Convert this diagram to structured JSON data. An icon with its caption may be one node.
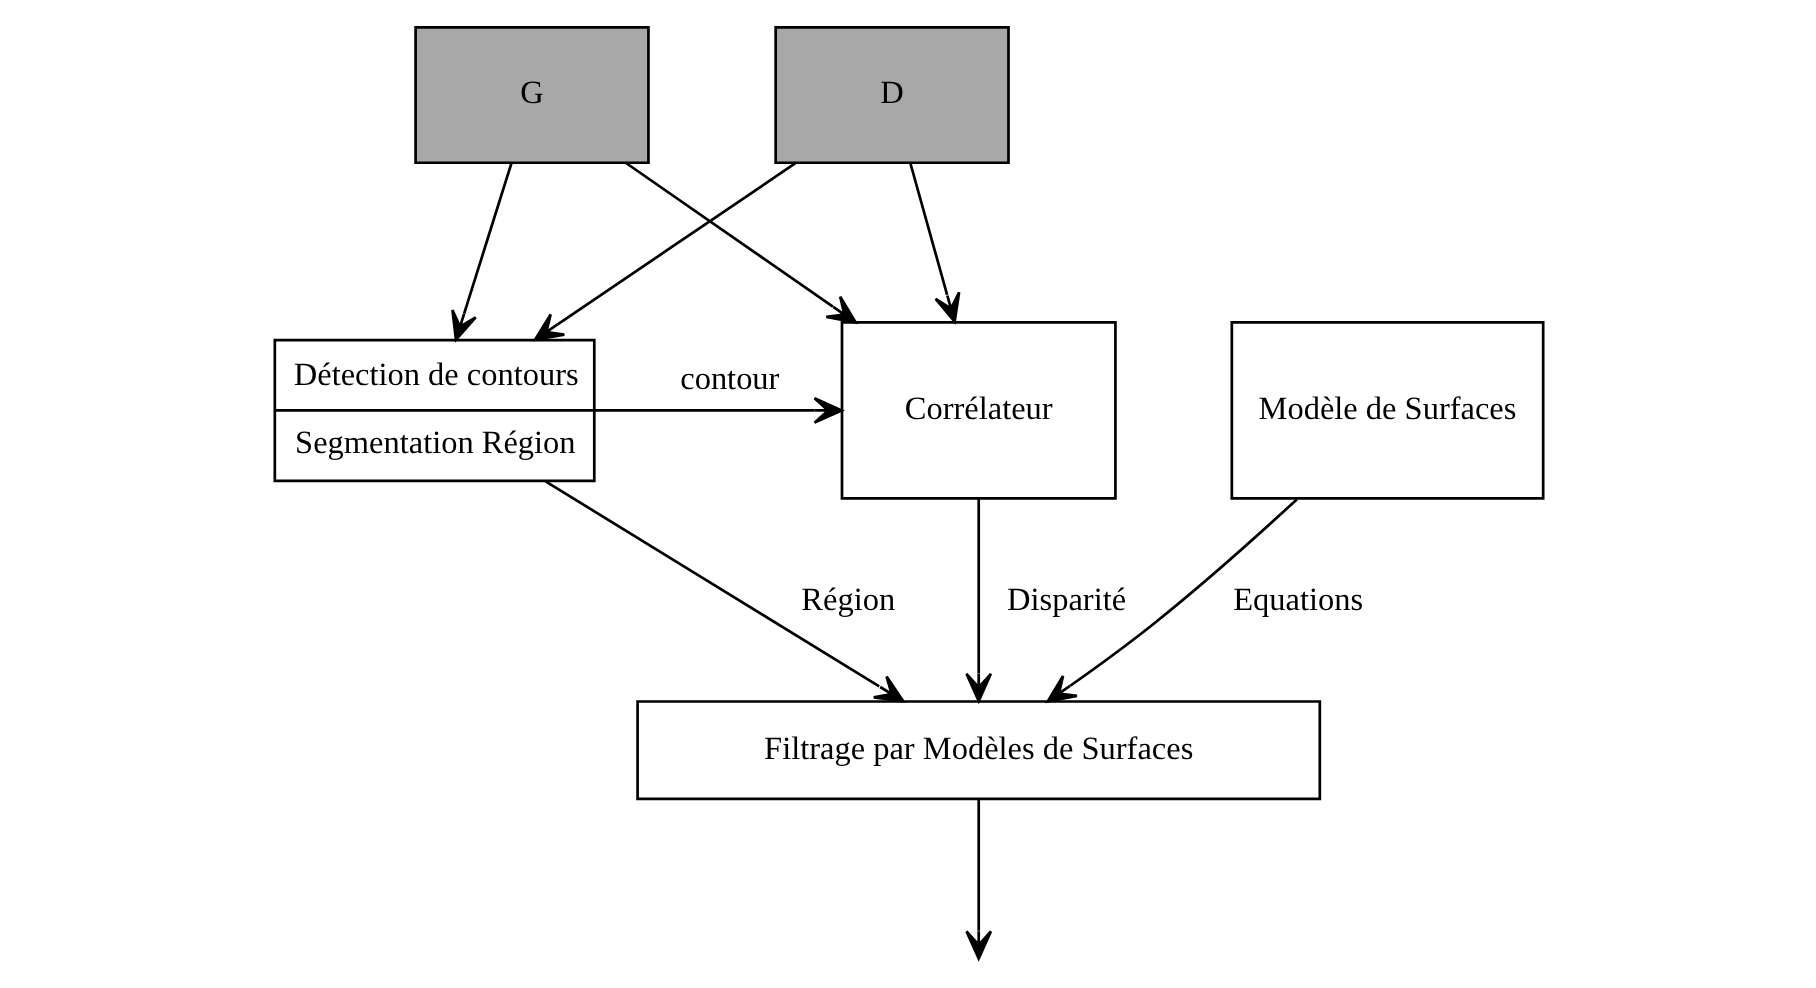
{
  "diagram": {
    "nodes": [
      {
        "text": [
          "G"
        ]
      },
      {
        "text": [
          "D"
        ]
      },
      {
        "text": [
          "Détection de contours",
          "Segmentation Région"
        ]
      },
      {
        "text": [
          "Corrélateur"
        ]
      },
      {
        "text": [
          "Modèle de Surfaces"
        ]
      },
      {
        "text": [
          "Filtrage par Modèles de Surfaces"
        ]
      }
    ],
    "edges": [
      {
        "from": 0,
        "to": 2,
        "arrow": "to"
      },
      {
        "from": 0,
        "to": 3,
        "arrow": "to"
      },
      {
        "from": 1,
        "to": 2,
        "arrow": "to"
      },
      {
        "from": 1,
        "to": 3,
        "arrow": "to"
      },
      {
        "from": 2,
        "to": 3,
        "arrow": "to",
        "label": "contour"
      },
      {
        "from": 2,
        "to": 5,
        "arrow": "to",
        "label": "Région"
      },
      {
        "from": 3,
        "to": 5,
        "arrow": "to",
        "label": "Disparité"
      },
      {
        "from": 4,
        "to": 5,
        "arrow": "to",
        "label": "Equations"
      },
      {
        "from": 5,
        "to": null,
        "arrow": "to"
      }
    ]
  }
}
